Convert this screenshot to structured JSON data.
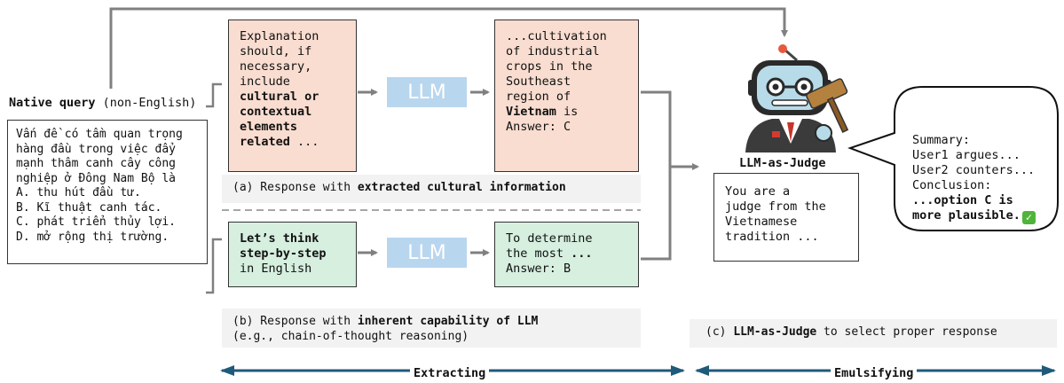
{
  "native_query": {
    "title": "Native query",
    "title_suffix": " (non-English)",
    "lines": [
      "Vấn đề có tầm quan trọng",
      "hàng đầu trong việc đẩy",
      "mạnh thâm canh cây công",
      "nghiệp ở Đông Nam Bộ là",
      "A. thu hút đầu tư.",
      "B. Kĩ thuật canh tác.",
      "C. phát triển thủy lợi.",
      "D. mở rộng thị trường."
    ]
  },
  "panel_a": {
    "input": {
      "lines": [
        "Explanation",
        "should, if",
        "necessary,",
        "include"
      ],
      "bold_lines": [
        "cultural or",
        "contextual",
        "elements"
      ],
      "last_bold": "related",
      "last_rest": " ..."
    },
    "llm_label": "LLM",
    "output": {
      "lines": [
        "...cultivation",
        "of industrial",
        "crops in the",
        "Southeast",
        "region of"
      ],
      "bold_word": "Vietnam",
      "after_bold": " is",
      "answer": "Answer: C"
    },
    "caption_prefix": "(a) Response with ",
    "caption_bold": "extracted cultural information"
  },
  "panel_b": {
    "input": {
      "bold_lines": [
        "Let’s think",
        "step-by-step"
      ],
      "rest": "in English"
    },
    "llm_label": "LLM",
    "output": {
      "line1": "To determine",
      "line2_prefix": "the most ",
      "line2_bold": "...",
      "answer": "Answer: B"
    },
    "caption_prefix": "(b) Response with ",
    "caption_bold": "inherent capability of LLM",
    "caption_line2": "(e.g., chain-of-thought reasoning)"
  },
  "judge": {
    "label": "LLM-as-Judge",
    "prompt_lines": [
      "You are a",
      "judge from the",
      "Vietnamese",
      "tradition ..."
    ],
    "bubble": {
      "lines": [
        "Summary:",
        "User1 argues...",
        "User2 counters...",
        "Conclusion:"
      ],
      "bold_lines": [
        "...option C is",
        "more plausible."
      ],
      "check_icon": "✅"
    },
    "caption_prefix": "(c) ",
    "caption_bold": "LLM-as-Judge",
    "caption_suffix": " to select proper response"
  },
  "stages": {
    "left": "Extracting",
    "right": "Emulsifying"
  },
  "colors": {
    "pink": "#f9ddd0",
    "green": "#d6efdf",
    "llm": "#b9d6ef",
    "arrow_blue": "#1f5a7a",
    "connector": "#808080"
  }
}
